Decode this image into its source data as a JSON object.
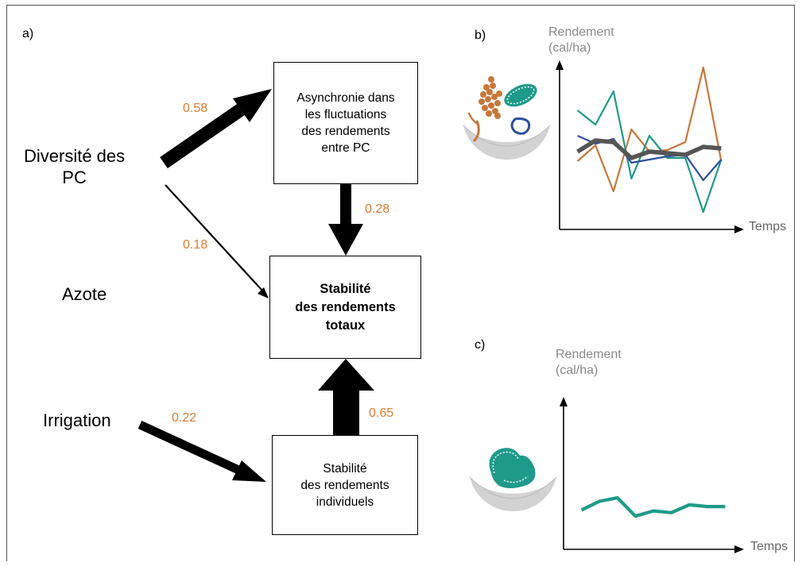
{
  "panels": {
    "a": "a)",
    "b": "b)",
    "c": "c)"
  },
  "factors": {
    "diversity": "Diversité des\nPC",
    "nitrogen": "Azote",
    "irrigation": "Irrigation"
  },
  "boxes": {
    "asynchrony": "Asynchronie dans\nles fluctuations\ndes rendements\nentre PC",
    "total_stability": "Stabilité\ndes rendements\ntotaux",
    "individual_stability": "Stabilité\ndes rendements\nindividuels"
  },
  "coefficients": {
    "diversity_to_asynchrony": "0.58",
    "diversity_to_total": "0.18",
    "asynchrony_to_total": "0.28",
    "irrigation_to_individual": "0.22",
    "individual_to_total": "0.65"
  },
  "colors": {
    "coefficient": "#E07A2E",
    "orange_crop": "#C8773A",
    "teal_crop": "#1E9A8A",
    "blue_crop": "#2F4E9E",
    "total_yield": "#555555"
  },
  "icons": {
    "mixed_crops": "sorghum-peanut-bean-bowl-icon",
    "single_crop": "peanut-bowl-icon"
  },
  "chart_data": [
    {
      "type": "line",
      "panel": "b)",
      "ylabel": "Rendement\n(cal/ha)",
      "xlabel": "Temps",
      "x": [
        1,
        2,
        3,
        4,
        5,
        6,
        7,
        8,
        9
      ],
      "series": [
        {
          "color": "#C8773A",
          "values": [
            4.3,
            5.3,
            2.4,
            6.3,
            4.9,
            5.0,
            5.5,
            10.2,
            4.3
          ]
        },
        {
          "color": "#1E9A8A",
          "values": [
            7.5,
            6.6,
            8.7,
            3.2,
            5.9,
            4.5,
            4.5,
            1.1,
            4.4
          ]
        },
        {
          "color": "#2F4E9E",
          "values": [
            5.9,
            5.4,
            5.7,
            4.2,
            4.4,
            4.6,
            4.7,
            3.1,
            4.4
          ]
        },
        {
          "color": "#555555",
          "values": [
            4.9,
            5.6,
            5.5,
            4.5,
            4.9,
            4.8,
            4.7,
            5.2,
            5.1
          ]
        }
      ],
      "xlim": [
        0,
        10
      ],
      "ylim": [
        0,
        11
      ]
    },
    {
      "type": "line",
      "panel": "c)",
      "ylabel": "Rendement\n(cal/ha)",
      "xlabel": "Temps",
      "x": [
        1,
        2,
        3,
        4,
        5,
        6,
        7,
        8,
        9
      ],
      "series": [
        {
          "color": "#1E9A8A",
          "values": [
            4.5,
            5.5,
            5.9,
            3.8,
            4.4,
            4.2,
            5.1,
            4.9,
            4.9
          ]
        }
      ],
      "xlim": [
        0,
        10
      ],
      "ylim": [
        0,
        16
      ]
    }
  ]
}
